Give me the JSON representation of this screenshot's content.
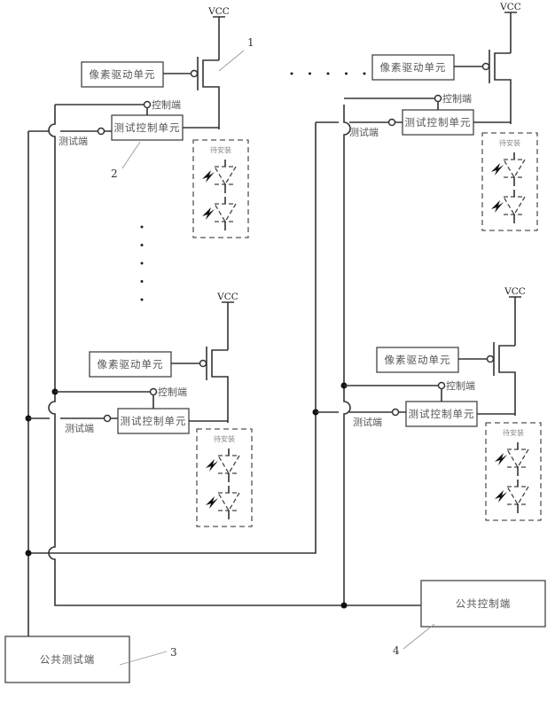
{
  "diagram": {
    "labels": {
      "vcc": "VCC",
      "pixel_driver_unit": "像素驱动单元",
      "test_control_unit": "测试控制单元",
      "control_terminal": "控制端",
      "test_terminal": "测试端",
      "to_be_installed": "待安装",
      "common_test_terminal": "公共测试端",
      "common_control_terminal": "公共控制端"
    },
    "reference_numbers": {
      "transistor": "1",
      "test_control_unit": "2",
      "common_test_terminal": "3",
      "common_control_terminal": "4"
    },
    "pixel_cells": [
      {
        "id": "top-left",
        "vcc": "VCC",
        "driver": "像素驱动单元",
        "test_unit": "测试控制单元",
        "control": "控制端",
        "test": "测试端",
        "led_group": "待安装",
        "led_count": 2
      },
      {
        "id": "bottom-left",
        "vcc": "VCC",
        "driver": "像素驱动单元",
        "test_unit": "测试控制单元",
        "control": "控制端",
        "test": "测试端",
        "led_group": "待安装",
        "led_count": 2
      },
      {
        "id": "top-right",
        "vcc": "VCC",
        "driver": "像素驱动单元",
        "test_unit": "测试控制单元",
        "control": "控制端",
        "test": "测试端",
        "led_group": "待安装",
        "led_count": 2
      },
      {
        "id": "bottom-right",
        "vcc": "VCC",
        "driver": "像素驱动单元",
        "test_unit": "测试控制单元",
        "control": "控制端",
        "test": "测试端",
        "led_group": "待安装",
        "led_count": 2
      }
    ],
    "ellipsis": {
      "vertical_dots": 5,
      "horizontal_dots": 5
    }
  }
}
